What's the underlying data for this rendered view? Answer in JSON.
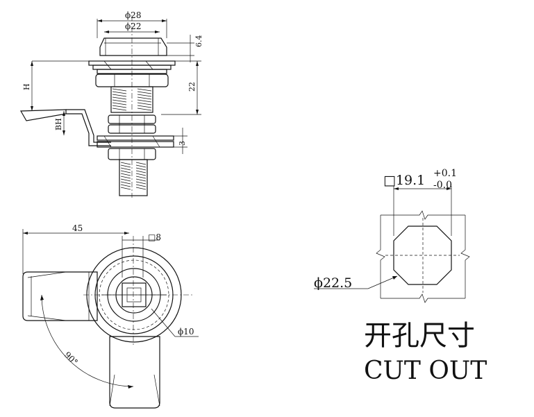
{
  "front_view": {
    "dim_phi28": "ϕ28",
    "dim_phi22": "ϕ22",
    "dim_6_4": "6.4",
    "dim_22": "22",
    "dim_H": "H",
    "dim_BH": "BH",
    "dim_3": "3"
  },
  "bottom_view": {
    "dim_45": "45",
    "dim_square8": "□8",
    "dim_phi10": "ϕ10",
    "dim_90deg": "90°"
  },
  "cutout": {
    "square_size": "□19.1",
    "tol_plus": "+0.1",
    "tol_minus": "-0.0",
    "dim_phi22_5": "ϕ22.5",
    "title_cn": "开孔尺寸",
    "title_en": "CUT OUT"
  }
}
